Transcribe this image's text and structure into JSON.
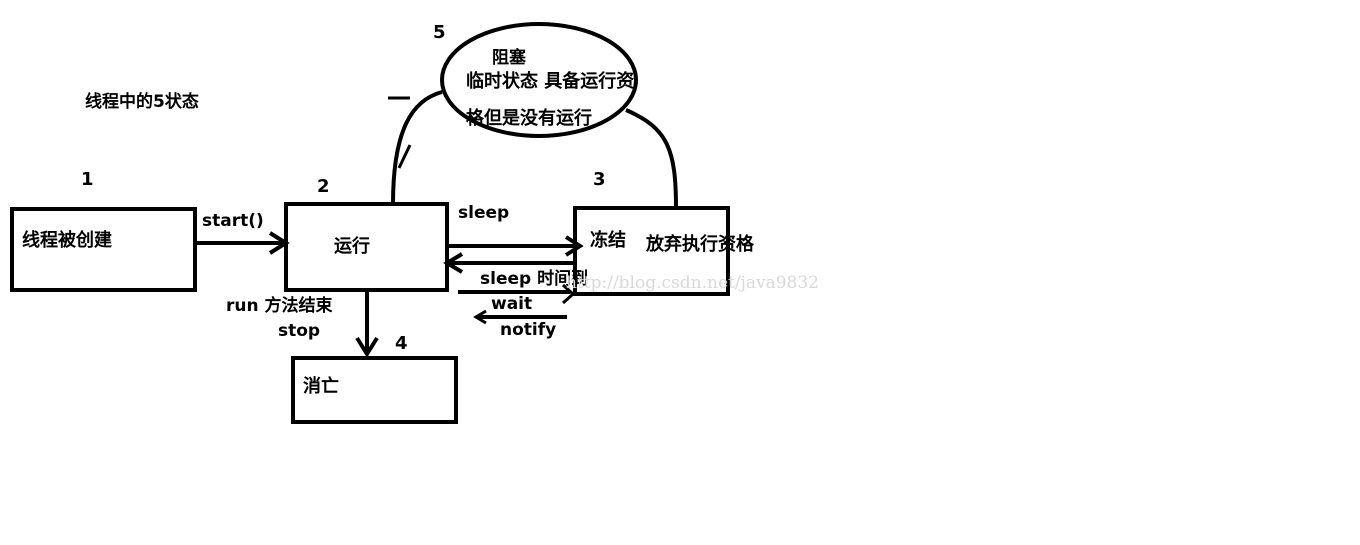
{
  "diagram": {
    "title": "线程中的5状态",
    "states": [
      {
        "number": "1",
        "label": "线程被创建"
      },
      {
        "number": "2",
        "label": "运行"
      },
      {
        "number": "3",
        "label": "冻结",
        "note": "放弃执行资格"
      },
      {
        "number": "4",
        "label": "消亡"
      },
      {
        "number": "5",
        "title": "阻塞",
        "desc_line1": "临时状态 具备运行资",
        "desc_line2": "格但是没有运行"
      }
    ],
    "transitions": {
      "start": "start()",
      "sleep": "sleep",
      "sleep_timeout": "sleep 时间到",
      "wait": "wait",
      "notify": "notify",
      "run_end": "run 方法结束",
      "stop": "stop"
    },
    "watermark": "http://blog.csdn.net/java9832",
    "colors": {
      "ink": "#000000",
      "background": "#ffffff",
      "watermark": "#d9d9d9"
    }
  }
}
